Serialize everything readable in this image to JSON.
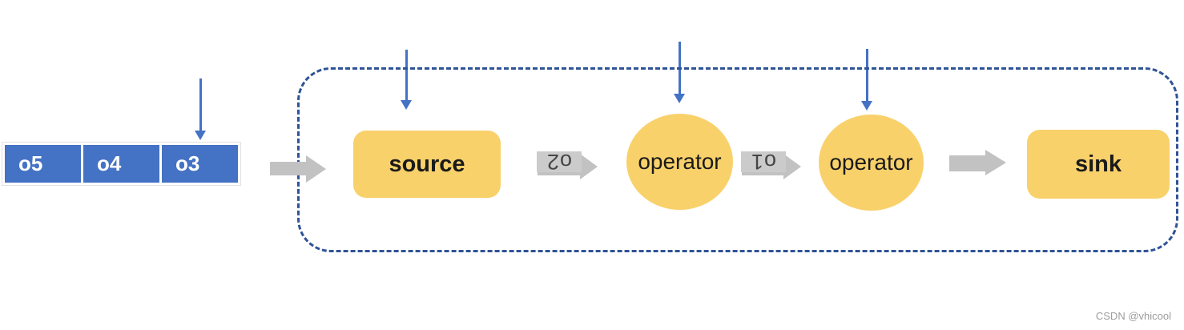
{
  "diagram": {
    "type": "stream-processing-pipeline",
    "colors": {
      "queue_fill": "#4472C4",
      "queue_text": "#ffffff",
      "record_arrow_blue": "#4472C4",
      "pipeline_border_blue": "#2F5496",
      "node_fill_yellow": "#F9D16B",
      "flow_arrow_gray": "#C2C2C2",
      "edge_label_text": "#454545",
      "watermark_gray": "#9c9c9c"
    },
    "queue": {
      "cells": [
        {
          "label": "o5"
        },
        {
          "label": "o4"
        },
        {
          "label": "o3"
        }
      ]
    },
    "pipeline": {
      "nodes": {
        "source": {
          "label": "source",
          "shape": "rounded-rect"
        },
        "operator1": {
          "label": "operator",
          "shape": "circle"
        },
        "operator2": {
          "label": "operator",
          "shape": "circle"
        },
        "sink": {
          "label": "sink",
          "shape": "rounded-rect"
        }
      },
      "edges": {
        "queue_to_source": {
          "label": ""
        },
        "source_to_operator1": {
          "label": "o2"
        },
        "operator1_to_operator2": {
          "label": "o1"
        },
        "operator2_to_sink": {
          "label": ""
        }
      }
    },
    "watermark": {
      "text": "CSDN @vhicool"
    }
  }
}
